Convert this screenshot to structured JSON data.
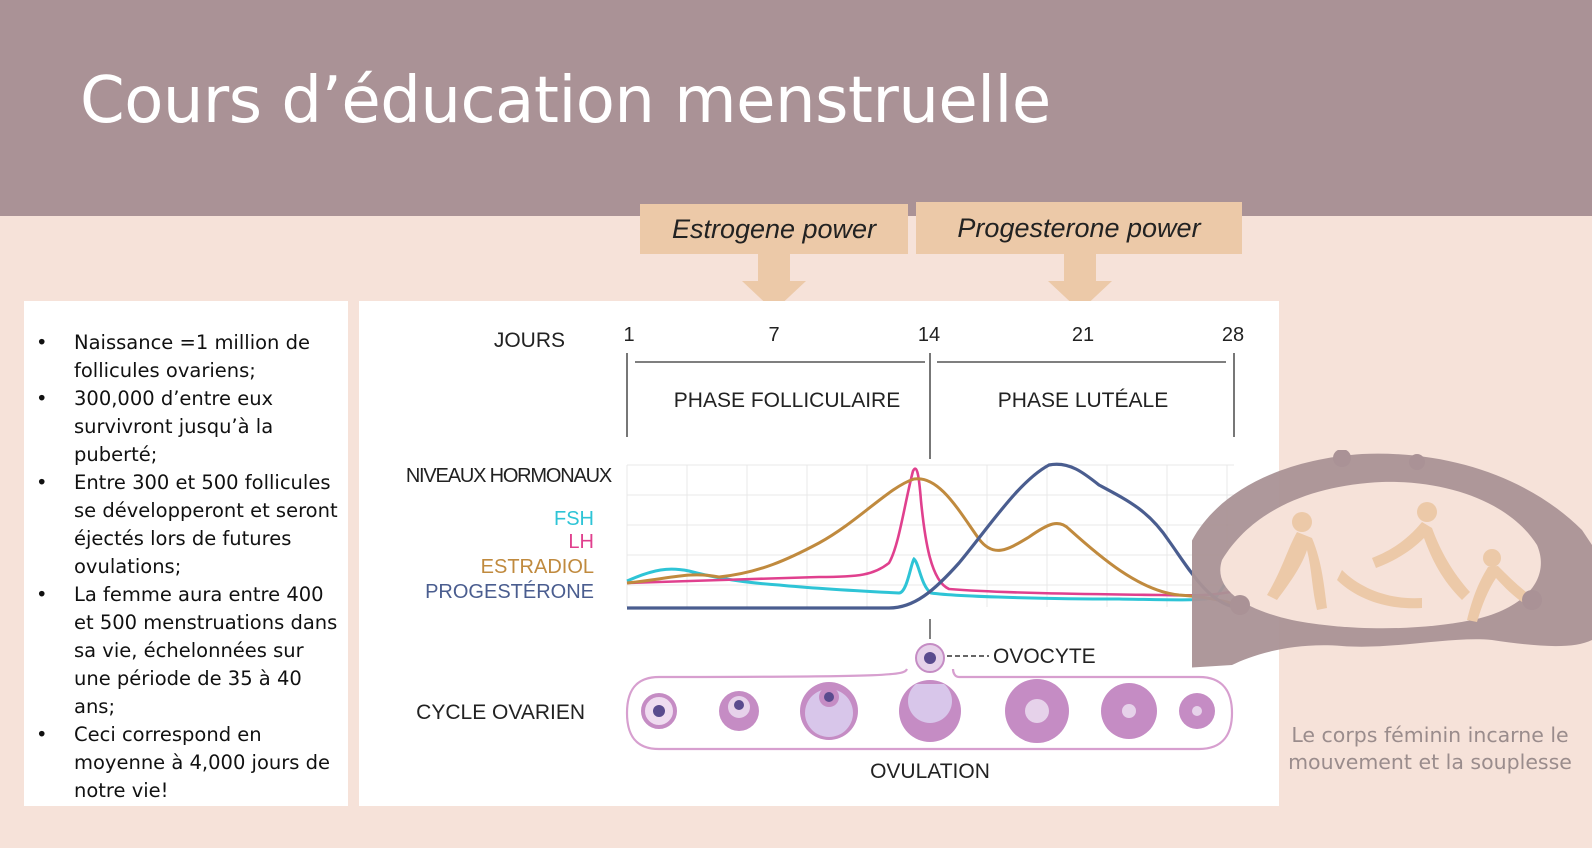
{
  "header": {
    "title": "Cours d’éducation menstruelle"
  },
  "callouts": {
    "estrogen": "Estrogene power",
    "progesterone": "Progesterone power"
  },
  "facts": [
    "Naissance =1 million de follicules ovariens;",
    "300,000 d’entre eux survivront jusqu’à la puberté;",
    "Entre 300 et 500 follicules se développeront et seront éjectés lors de futures ovulations;",
    "La femme aura entre 400 et 500 menstruations dans sa vie, échelonnées sur une période de 35 à 40 ans;",
    "Ceci correspond en moyenne à 4,000 jours de notre vie!"
  ],
  "diagram": {
    "jours_label": "JOURS",
    "days": [
      "1",
      "7",
      "14",
      "21",
      "28"
    ],
    "phase_follicular": "PHASE FOLLICULAIRE",
    "phase_luteal": "PHASE LUTÉALE",
    "hormone_heading": "NIVEAUX HORMONAUX",
    "hormones": [
      {
        "name": "FSH",
        "color": "#2ec4d6"
      },
      {
        "name": "LH",
        "color": "#e0408e"
      },
      {
        "name": "ESTRADIOL",
        "color": "#c08a3e"
      },
      {
        "name": "PROGESTÉRONE",
        "color": "#4a5d8f"
      }
    ],
    "ovocyte_label": "OVOCYTE",
    "cycle_label": "CYCLE OVARIEN",
    "ovulation_label": "OVULATION"
  },
  "caption": "Le corps féminin incarne le mouvement et la souplesse",
  "colors": {
    "header": "#aa9296",
    "background": "#f6e2d9",
    "callout": "#ecc9a8",
    "follicle": "#c58cc4"
  }
}
